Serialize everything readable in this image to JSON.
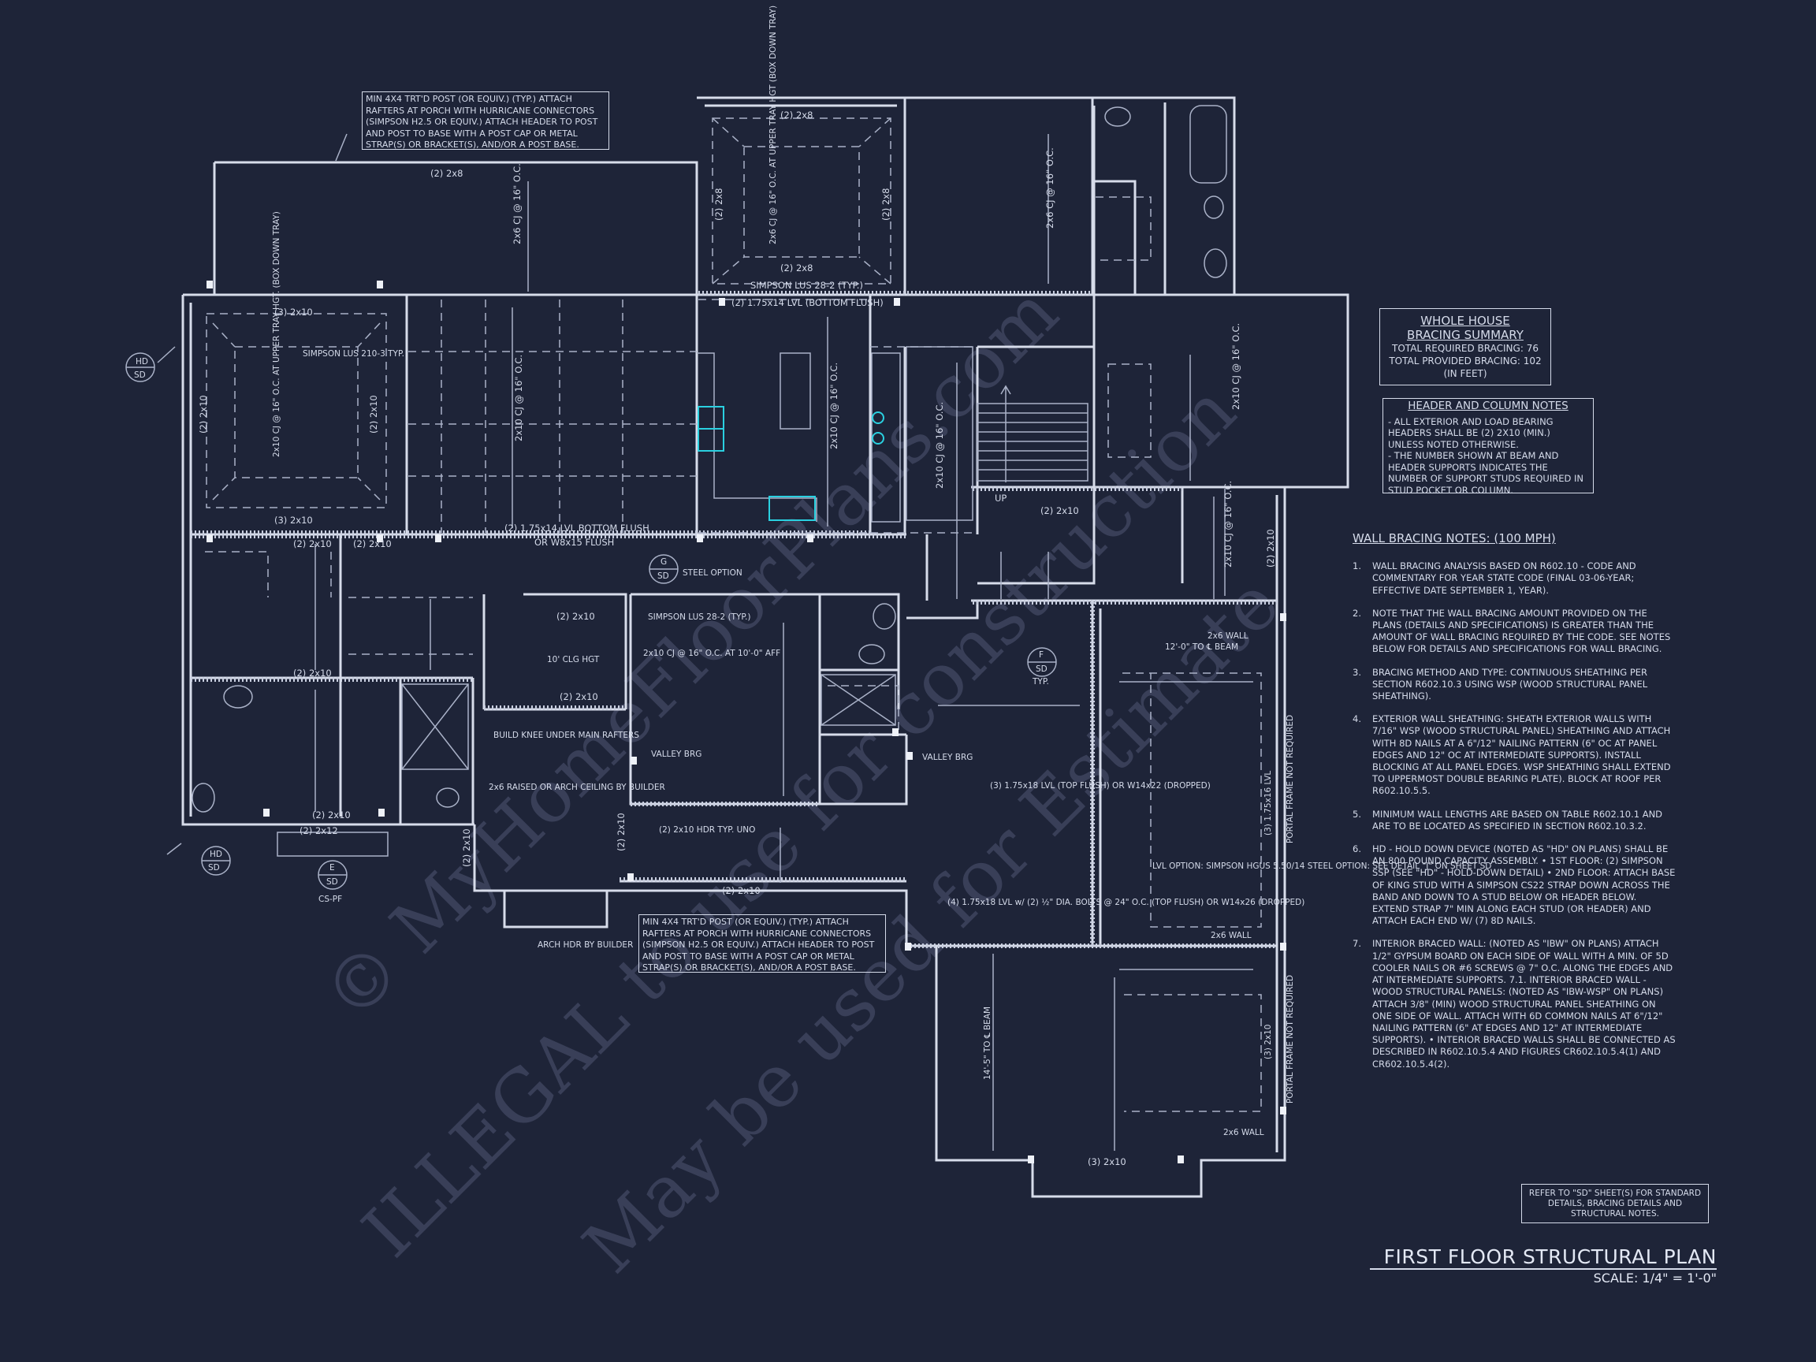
{
  "watermark": {
    "line1": "© MyHomeFloorPlans.com",
    "line2": "ILLEGAL to use for construction",
    "line3": "May be used for Estimate"
  },
  "plan_title": "FIRST FLOOR STRUCTURAL PLAN",
  "plan_scale": "SCALE: 1/4\" = 1'-0\"",
  "bracing_summary": {
    "title_line1": "WHOLE HOUSE",
    "title_line2": "BRACING SUMMARY",
    "required": "TOTAL REQUIRED BRACING: 76",
    "provided": "TOTAL PROVIDED BRACING: 102",
    "unit": "(IN FEET)"
  },
  "header_column_notes": {
    "title": "HEADER AND COLUMN NOTES",
    "line1": "- ALL EXTERIOR AND LOAD BEARING HEADERS SHALL BE (2) 2x10 (MIN.) UNLESS NOTED OTHERWISE.",
    "line2": "- THE NUMBER SHOWN AT BEAM AND HEADER SUPPORTS INDICATES THE NUMBER OF SUPPORT STUDS REQUIRED IN STUD POCKET OR COLUMN."
  },
  "wall_bracing_notes": {
    "title": "WALL BRACING NOTES: (100 MPH)",
    "items": [
      {
        "num": "1.",
        "text": "WALL BRACING ANALYSIS BASED ON R602.10 - CODE AND COMMENTARY FOR YEAR STATE CODE (FINAL 03-06-YEAR; EFFECTIVE DATE SEPTEMBER 1, YEAR)."
      },
      {
        "num": "2.",
        "text": "NOTE THAT THE WALL BRACING AMOUNT PROVIDED ON THE PLANS (DETAILS AND SPECIFICATIONS) IS GREATER THAN THE AMOUNT OF WALL BRACING REQUIRED BY THE CODE. SEE NOTES BELOW FOR DETAILS AND SPECIFICATIONS FOR WALL BRACING."
      },
      {
        "num": "3.",
        "text": "BRACING METHOD AND TYPE: CONTINUOUS SHEATHING PER SECTION R602.10.3 USING WSP (WOOD STRUCTURAL PANEL SHEATHING)."
      },
      {
        "num": "4.",
        "text": "EXTERIOR WALL SHEATHING: SHEATH EXTERIOR WALLS WITH 7/16\" WSP (WOOD STRUCTURAL PANEL) SHEATHING AND ATTACH WITH 8d NAILS AT A 6\"/12\" NAILING PATTERN (6\" OC AT PANEL EDGES AND 12\" OC AT INTERMEDIATE SUPPORTS). INSTALL BLOCKING AT ALL PANEL EDGES. WSP SHEATHING SHALL EXTEND TO UPPERMOST DOUBLE BEARING PLATE). BLOCK AT ROOF PER R602.10.5.5."
      },
      {
        "num": "5.",
        "text": "MINIMUM WALL LENGTHS ARE BASED ON TABLE R602.10.1 AND ARE TO BE LOCATED AS SPECIFIED IN SECTION R602.10.3.2."
      },
      {
        "num": "6.",
        "text": "HD - HOLD DOWN DEVICE (NOTED AS \"HD\" ON PLANS) SHALL BE AN 800 POUND CAPACITY ASSEMBLY. • 1ST FLOOR: (2) SIMPSON SSP (SEE \"HD\" - HOLD-DOWN DETAIL) • 2ND FLOOR: ATTACH BASE OF KING STUD WITH A SIMPSON CS22 STRAP DOWN ACROSS THE BAND AND DOWN TO A STUD BELOW OR HEADER BELOW. EXTEND STRAP 7\" MIN ALONG EACH STUD (OR HEADER) AND ATTACH EACH END W/ (7) 8d NAILS."
      },
      {
        "num": "7.",
        "text": "INTERIOR BRACED WALL: (NOTED AS \"IBW\" ON PLANS) ATTACH 1/2\" GYPSUM BOARD ON EACH SIDE OF WALL WITH A MIN. OF 5d COOLER NAILS OR #6 SCREWS @ 7\" O.C. ALONG THE EDGES AND AT INTERMEDIATE SUPPORTS. 7.1. INTERIOR BRACED WALL - WOOD STRUCTURAL PANELS: (NOTED AS \"IBW-WSP\" ON PLANS) ATTACH 3/8\" (MIN) WOOD STRUCTURAL PANEL SHEATHING ON ONE SIDE OF WALL. ATTACH WITH 6d COMMON NAILS AT 6\"/12\" NAILING PATTERN (6\" AT EDGES AND 12\" AT INTERMEDIATE SUPPORTS). • INTERIOR BRACED WALLS SHALL BE CONNECTED AS DESCRIBED IN R602.10.5.4 AND FIGURES CR602.10.5.4(1) AND CR602.10.5.4(2)."
      }
    ]
  },
  "refer_note": "REFER TO \"SD\" SHEET(S) FOR STANDARD DETAILS, BRACING DETAILS AND STRUCTURAL NOTES.",
  "callouts": {
    "porch_top": "MIN 4X4 TRT'D POST (OR EQUIV.) (TYP.) ATTACH RAFTERS AT PORCH WITH HURRICANE CONNECTORS (SIMPSON H2.5 OR EQUIV.) ATTACH HEADER TO POST AND POST TO BASE WITH A POST CAP OR METAL STRAP(S) OR BRACKET(S), AND/OR A POST BASE.",
    "porch_bottom": "MIN 4X4 TRT'D POST (OR EQUIV.) (TYP.) ATTACH RAFTERS AT PORCH WITH HURRICANE CONNECTORS (SIMPSON H2.5 OR EQUIV.) ATTACH HEADER TO POST AND POST TO BASE WITH A POST CAP OR METAL STRAP(S) OR BRACKET(S), AND/OR A POST BASE."
  },
  "plan_labels": {
    "l_2x8_top": "(2) 2x8",
    "l_2x8_a": "(2) 2x8",
    "l_2x8_b": "(2) 2x8",
    "l_2x8_c": "(2) 2x8",
    "l_2x8_d": "(2) 2x8",
    "l_simpson_lus28_top": "SIMPSON LUS 28-2 (TYP.)",
    "l_lvl_bottom_flush": "(2) 1.75x14 LVL (BOTTOM FLUSH)",
    "l_tray1": "2x6 CJ @ 16\" O.C. AT UPPER TRAY HGT (BOX DOWN TRAY)",
    "l_2x6cj_a": "2x6 CJ @ 16\" O.C.",
    "l_2x6cj_b": "2x6 CJ @ 16\" O.C.",
    "l_3_2x10_a": "(3) 2x10",
    "l_3_2x10_b": "(3) 2x10",
    "l_simpson_lus210": "SIMPSON LUS 210-3 TYP.",
    "l_tray2": "2x10 CJ @ 16\" O.C. AT UPPER TRAY HGT. (BOX DOWN TRAY)",
    "l_2x10_left": "(2) 2x10",
    "l_2x10_mid": "(2) 2x10",
    "l_2x10cj_a": "2x10 CJ @ 16\" O.C.",
    "l_2x10cj_b": "2x10 CJ @ 16\" O.C.",
    "l_2x10cj_c": "2x10 CJ @ 16\" O.C.",
    "l_2x10cj_d": "2x10 CJ @ 16\" O.C.",
    "l_2x10cj_e": "2x10 CJ @ 16\" O.C.",
    "l_lvl_bottom_flush2": "(2) 1.75x14 LVL BOTTOM FLUSH",
    "l_or_w8x15": "OR W8x15 FLUSH",
    "l_2x10_r1": "(2) 2x10",
    "l_2x10_r2": "(2) 2x10",
    "l_2x10_r3": "(2) 2x10",
    "l_2x10_r4": "(2) 2x10",
    "l_2x10_r5": "(2) 2x10",
    "l_2x10_r6": "(2) 2x10",
    "l_2x10_r7": "(2) 2x10",
    "l_2x10_r8": "(2) 2x10",
    "l_2x10_r9": "(2) 2x10",
    "l_2x10_r10": "(2) 2x10",
    "l_2x10_r11": "(2) 2x10",
    "l_2x12": "(2) 2x12",
    "l_steel_option": "STEEL OPTION",
    "l_simpson_lus282": "SIMPSON LUS 28-2 (TYP.)",
    "l_2x10cj_10": "2x10 CJ @ 16\" O.C. AT 10'-0\" AFF",
    "l_10clg": "10' CLG HGT",
    "l_valley1": "VALLEY BRG",
    "l_valley2": "VALLEY BRG",
    "l_knee": "BUILD KNEE UNDER MAIN RAFTERS",
    "l_arch": "2x6 RAISED OR ARCH CEILING BY BUILDER",
    "l_2x10hdr": "(2) 2x10 HDR TYP. UNO",
    "l_arch_hdr": "ARCH HDR BY BUILDER",
    "l_up": "UP",
    "l_typ": "TYP.",
    "l_2x6wall_a": "2x6 WALL",
    "l_2x6wall_b": "2x6 WALL",
    "l_2x6wall_c": "2x6 WALL",
    "l_12_beam": "12'-0\" TO ℄ BEAM",
    "l_1418_beam": "14'-5\" TO ℄ BEAM",
    "l_3lvl": "(3) 1.75x18 LVL (TOP FLUSH) OR W14x22 (DROPPED)",
    "l_lvl_option": "LVL OPTION: SIMPSON HGUS 5.50/14 STEEL OPTION: SEE DETAIL \"J\" ON SHEET SD",
    "l_4lvl": "(4) 1.75x18 LVL w/ (2) ½\" DIA. BOLTS @ 24\" O.C. (TOP FLUSH) OR W14x26 (DROPPED)",
    "l_portal1": "PORTAL FRAME NOT REQUIRED",
    "l_portal2": "PORTAL FRAME NOT REQUIRED",
    "l_175x16": "(3) 1.75x16 LVL",
    "l_3_2x10_r": "(3) 2x10",
    "l_3_2x10_bot": "(3) 2x10",
    "l_cs_pf": "CS-PF",
    "sym_hd": "HD",
    "sym_sd": "SD",
    "sym_g": "G",
    "sym_f": "F",
    "sym_e": "E"
  },
  "fixture_colors": {
    "sink": "#2ad0e0"
  }
}
